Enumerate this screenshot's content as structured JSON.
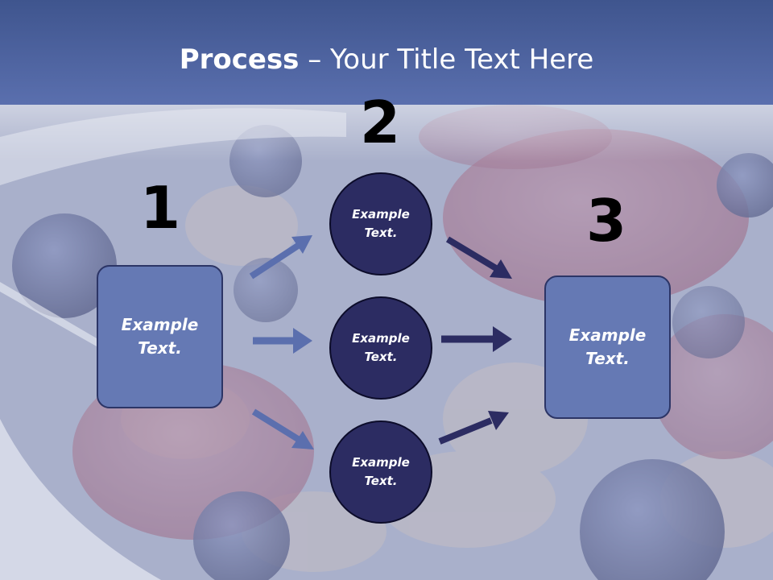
{
  "title": {
    "bold": "Process",
    "rest": " – Your Title Text Here"
  },
  "numbers": {
    "n1": "1",
    "n2": "2",
    "n3": "3"
  },
  "boxes": {
    "left": "Example Text.",
    "right": "Example Text."
  },
  "circles": {
    "top": "Example Text.",
    "middle": "Example Text.",
    "bottom": "Example Text."
  },
  "colors": {
    "header": "#4a5e9c",
    "box_fill": "#6579b4",
    "circle_fill": "#2c2c62",
    "arrow_light": "#5b6fae",
    "arrow_dark": "#2c2c62"
  }
}
